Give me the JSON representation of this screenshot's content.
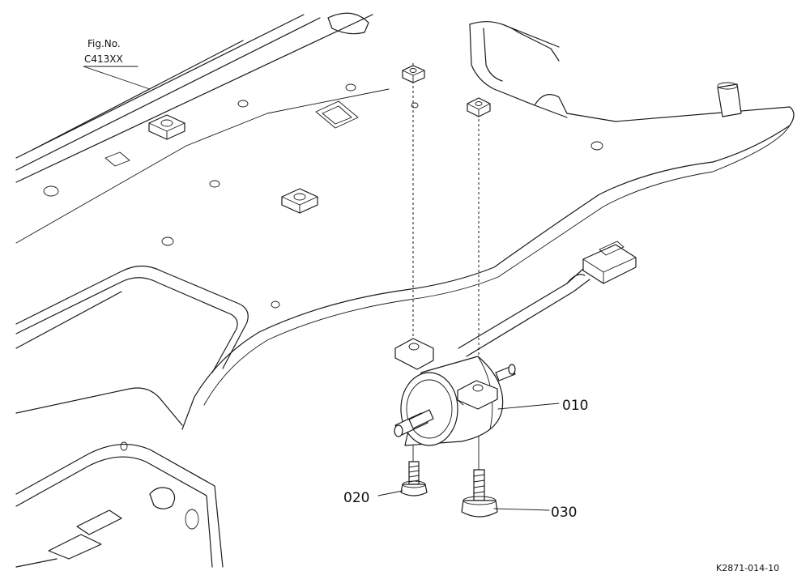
{
  "figure": {
    "fig_no_label": "Fig.No.",
    "fig_no_value": "C413XX",
    "drawing_code": "K2871-014-10"
  },
  "callouts": [
    {
      "id": "010"
    },
    {
      "id": "020"
    },
    {
      "id": "030"
    }
  ]
}
